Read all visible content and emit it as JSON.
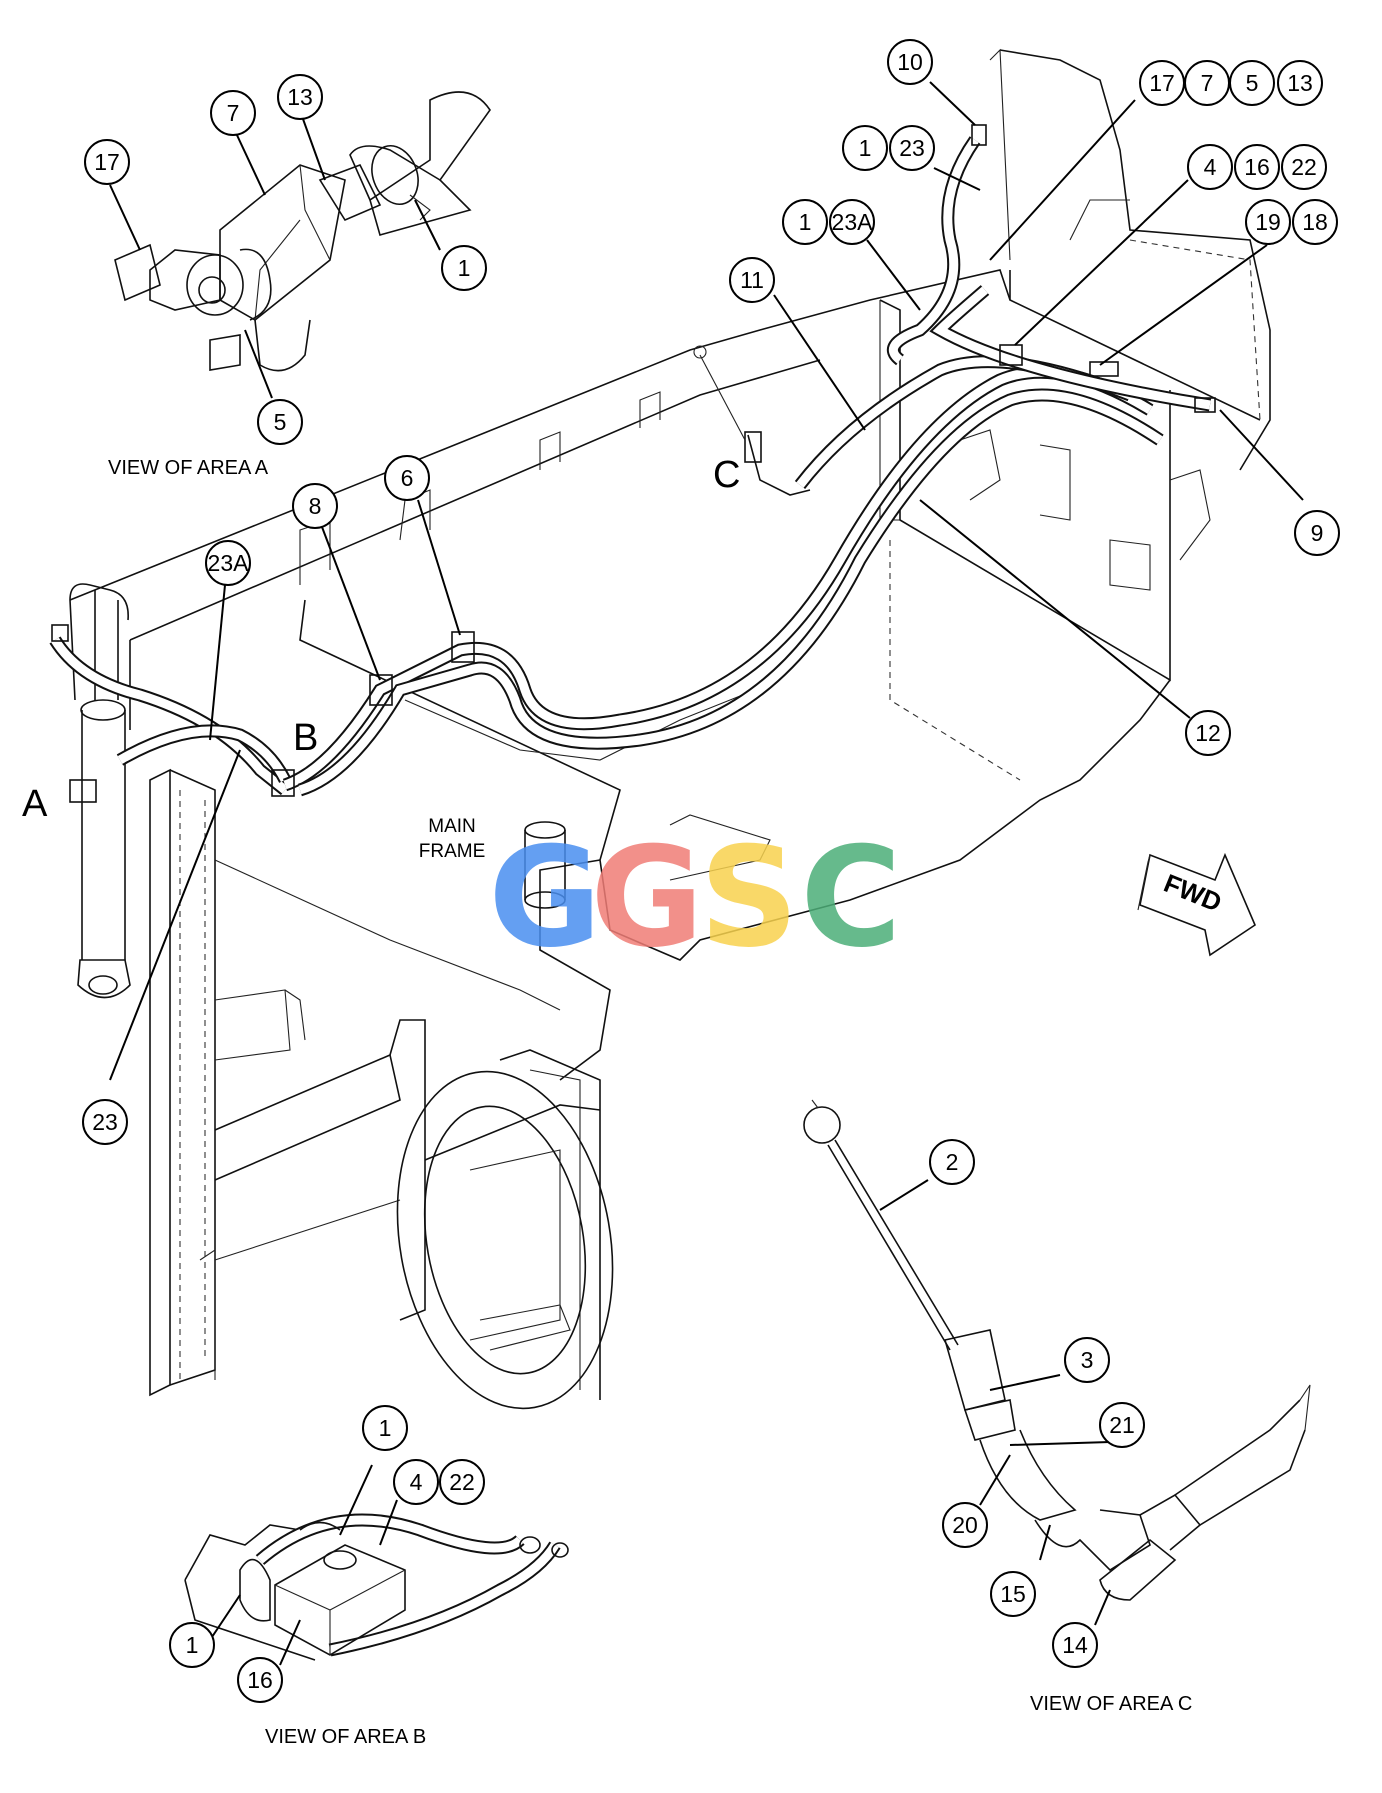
{
  "captions": {
    "view_a": "VIEW OF AREA A",
    "view_b": "VIEW OF AREA B",
    "view_c": "VIEW OF AREA C"
  },
  "frame_label": {
    "line1": "MAIN",
    "line2": "FRAME"
  },
  "area_letters": {
    "a": "A",
    "b": "B",
    "c": "C"
  },
  "fwd_label": "FWD",
  "watermark": {
    "text": "GGSC",
    "letters": [
      "G",
      "G",
      "S",
      "C"
    ],
    "colors": [
      "#4a8ff0",
      "#f07d76",
      "#f8d24e",
      "#4cae78"
    ]
  },
  "callouts": {
    "a_17": "17",
    "a_7": "7",
    "a_13": "13",
    "a_1": "1",
    "a_5": "5",
    "t_10": "10",
    "t_17": "17",
    "t_7": "7",
    "t_5": "5",
    "t_13": "13",
    "t_1a": "1",
    "t_23": "23",
    "t_4": "4",
    "t_16": "16",
    "t_22": "22",
    "t_1b": "1",
    "t_23a": "23A",
    "t_19": "19",
    "t_18": "18",
    "t_11": "11",
    "t_9": "9",
    "m_8": "8",
    "m_6": "6",
    "m_23a": "23A",
    "m_12": "12",
    "m_23": "23",
    "b_1a": "1",
    "b_4": "4",
    "b_22": "22",
    "b_1b": "1",
    "b_16": "16",
    "c_2": "2",
    "c_3": "3",
    "c_21": "21",
    "c_20": "20",
    "c_15": "15",
    "c_14": "14"
  }
}
